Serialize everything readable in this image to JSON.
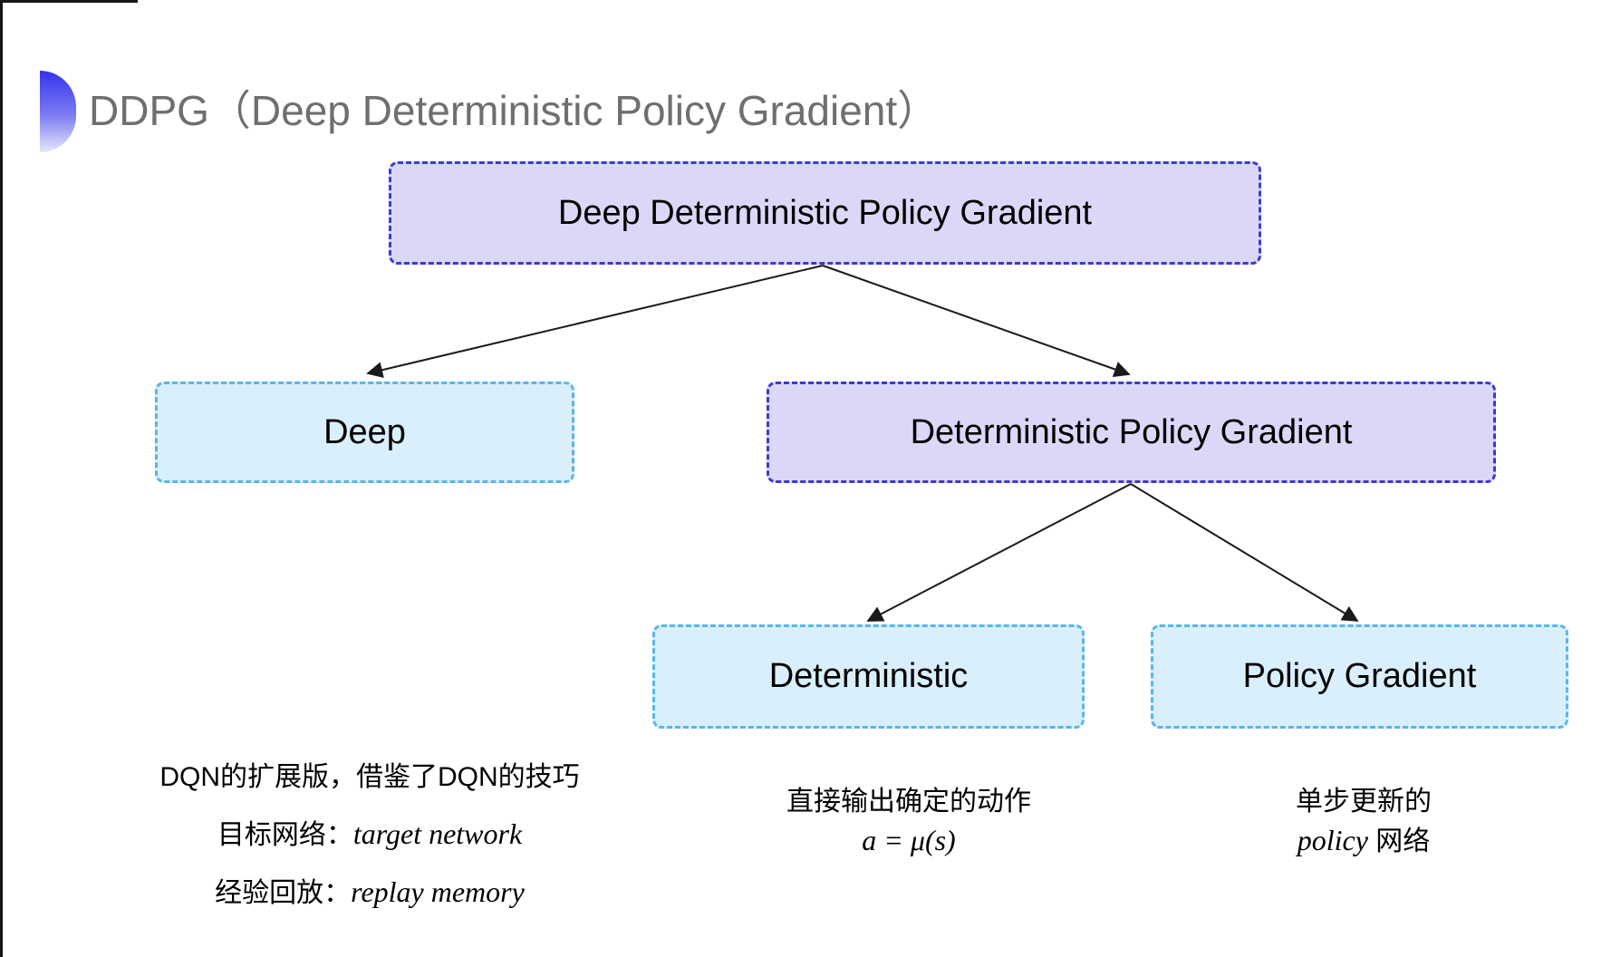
{
  "header": {
    "title": "DDPG（Deep Deterministic Policy Gradient）",
    "accent_icon": "blue-semicircle-bullet"
  },
  "tree": {
    "nodes": [
      {
        "id": "ddpg",
        "label": "Deep Deterministic Policy Gradient",
        "variant": "purple"
      },
      {
        "id": "deep",
        "label": "Deep",
        "variant": "cyan"
      },
      {
        "id": "dpg",
        "label": "Deterministic Policy Gradient",
        "variant": "purple"
      },
      {
        "id": "deterministic",
        "label": "Deterministic",
        "variant": "cyan"
      },
      {
        "id": "policy-gradient",
        "label": "Policy Gradient",
        "variant": "cyan"
      }
    ],
    "edges": [
      {
        "from": "ddpg",
        "to": "deep"
      },
      {
        "from": "ddpg",
        "to": "dpg"
      },
      {
        "from": "dpg",
        "to": "deterministic"
      },
      {
        "from": "dpg",
        "to": "policy-gradient"
      }
    ]
  },
  "annotations": {
    "deep_note": {
      "line1": "DQN的扩展版，借鉴了DQN的技巧",
      "line2_label": "目标网络：",
      "line2_term": "target network",
      "line3_label": "经验回放：",
      "line3_term": "replay memory"
    },
    "deterministic_note": {
      "line1": "直接输出确定的动作",
      "formula": "a = μ(s)"
    },
    "policy_gradient_note": {
      "line1": "单步更新的",
      "line2_term": "policy",
      "line2_rest": " 网络"
    }
  },
  "colors": {
    "title_color": "#6f6f6f",
    "purple_fill": "#dbd8f7",
    "purple_border": "#3b3bd4",
    "cyan_fill": "#d9effb",
    "cyan_border": "#5ab5e7",
    "arrow_color": "#1a1a1a",
    "accent_top": "#3333ec",
    "accent_bottom": "#e7e7fd"
  }
}
